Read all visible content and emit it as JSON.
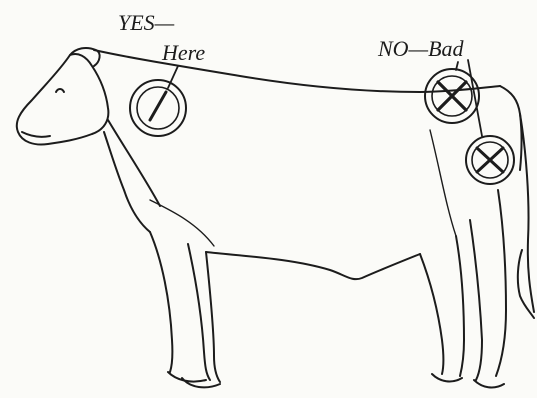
{
  "labels": {
    "yes": "YES—",
    "here": "Here",
    "no_bad": "NO—Bad"
  },
  "icons": {
    "good_site": "circle-diagonal-line-icon",
    "bad_site": "circle-cross-icon"
  },
  "colors": {
    "ink": "#1c1c1c",
    "paper": "#fbfbf8"
  }
}
